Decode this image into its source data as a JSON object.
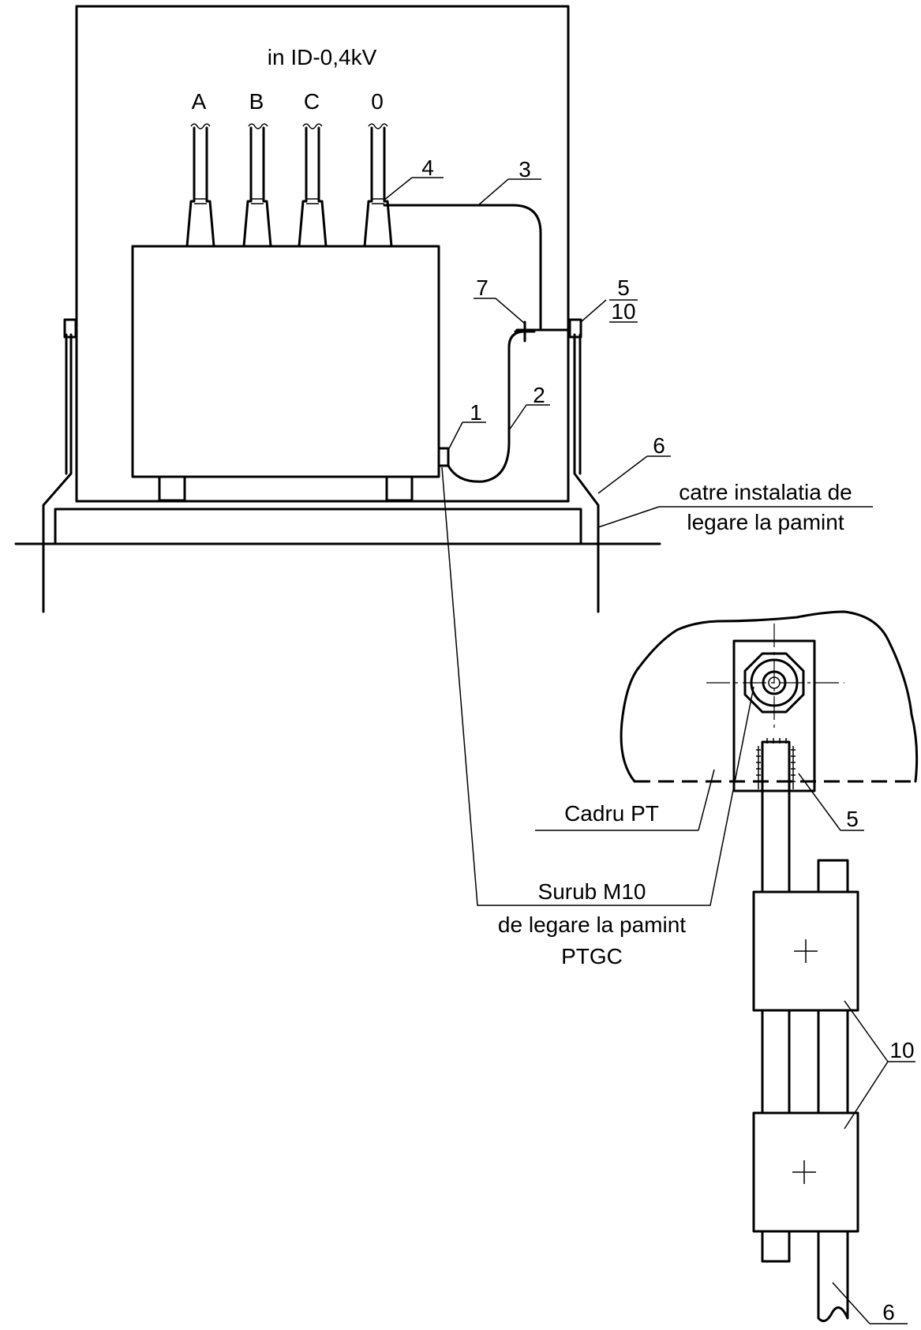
{
  "title": "in ID-0,4kV",
  "phases": [
    "A",
    "B",
    "C",
    "0"
  ],
  "callouts": {
    "c1": "1",
    "c2": "2",
    "c3": "3",
    "c4": "4",
    "c5": "5",
    "c10": "10",
    "c6": "6",
    "c7": "7",
    "d5": "5",
    "d10": "10",
    "d6": "6"
  },
  "labels": {
    "ground_line1": "catre instalatia de",
    "ground_line2": "legare la pamint",
    "frame": "Cadru PT",
    "bolt_line1": "Surub M10",
    "bolt_line2": "de legare la pamint",
    "bolt_line3": "PTGC"
  }
}
